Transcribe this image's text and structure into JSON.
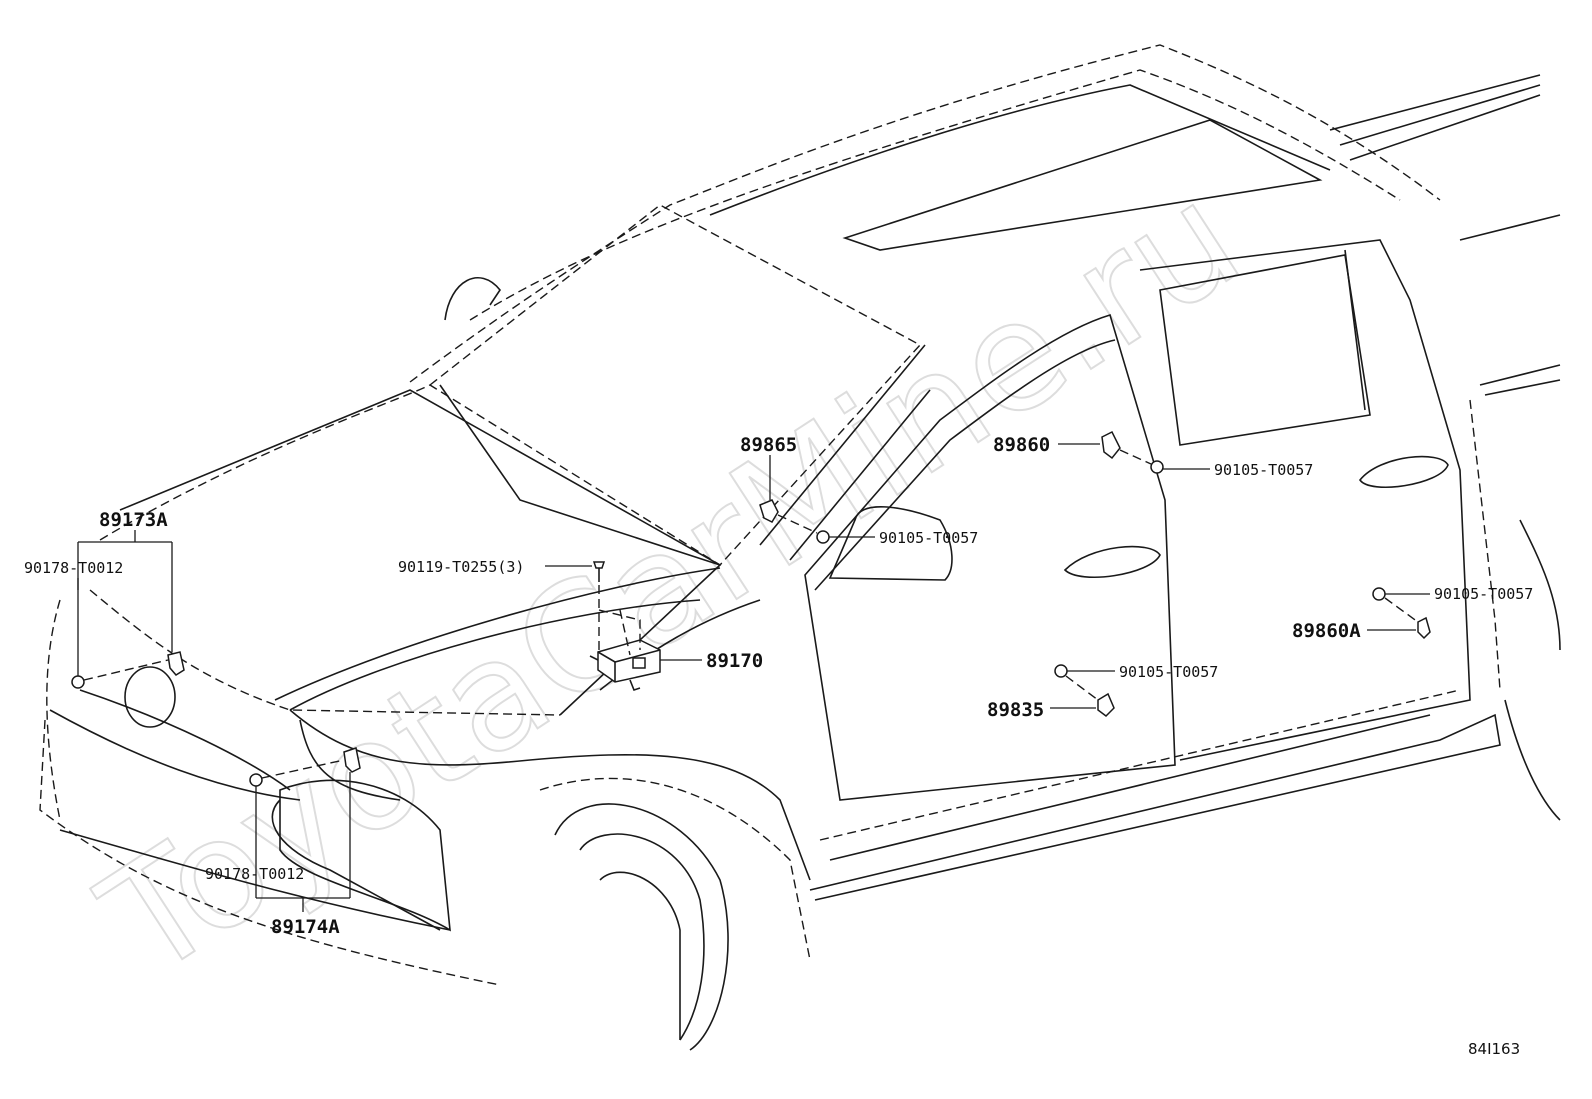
{
  "watermark": "ToyotaCarMine.ru",
  "figure_code": "84I163",
  "callouts": {
    "p89173A": "89173A",
    "p90178a": "90178-T0012",
    "p90119": "90119-T0255(3)",
    "p89865": "89865",
    "p90105a": "90105-T0057",
    "p89860": "89860",
    "p90105b": "90105-T0057",
    "p89170": "89170",
    "p90105c": "90105-T0057",
    "p89860A": "89860A",
    "p90105d": "90105-T0057",
    "p89835": "89835",
    "p90178b": "90178-T0012",
    "p89174A": "89174A"
  }
}
